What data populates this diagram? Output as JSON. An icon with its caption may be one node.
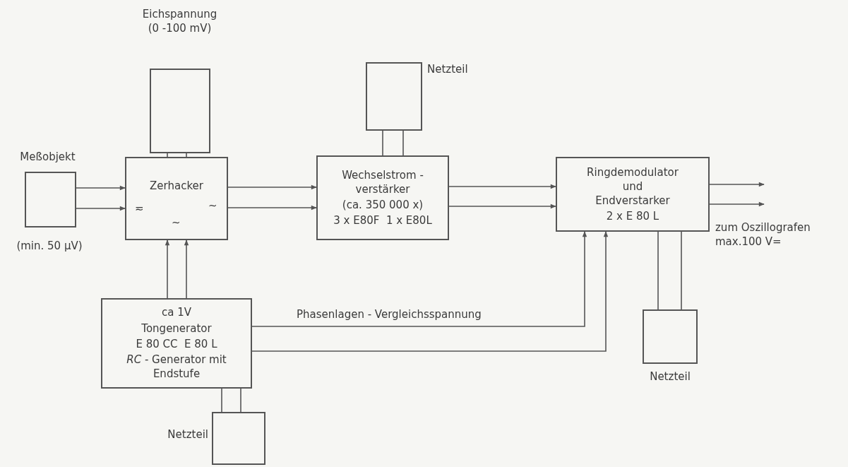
{
  "diagram": {
    "nodes": [
      {
        "text": [
          "Eichspannung (0 -100 mV)"
        ]
      },
      {
        "text": [
          "Netzteil"
        ]
      },
      {
        "text": [
          "Meßobjekt",
          "(min. 50 µV)"
        ]
      },
      {
        "text": [
          "Zerhacker",
          "≂",
          "~",
          "~"
        ]
      },
      {
        "text": [
          "Wechselstrom - verstärker",
          "(ca. 350 000 x)",
          "3 x E80F  1 x E80L"
        ]
      },
      {
        "text": [
          "Ringdemodulator und Endverstarker",
          "2 x E 80 L"
        ]
      },
      {
        "text": [
          "ca 1V",
          "Tongenerator",
          "E 80 CC  E 80 L",
          "*RC* - Generator mit Endstufe"
        ]
      },
      {
        "text": [
          "Netzteil"
        ]
      },
      {
        "text": [
          "Netzteil"
        ]
      }
    ],
    "edges": [
      {
        "from": 2,
        "to": 3,
        "arrow": "to"
      },
      {
        "from": 2,
        "to": 3,
        "arrow": "to"
      },
      {
        "from": 0,
        "to": 3,
        "arrow": "none"
      },
      {
        "from": 0,
        "to": 3,
        "arrow": "none"
      },
      {
        "from": 1,
        "to": 4,
        "arrow": "none"
      },
      {
        "from": 1,
        "to": 4,
        "arrow": "none"
      },
      {
        "from": 3,
        "to": 4,
        "arrow": "to"
      },
      {
        "from": 3,
        "to": 4,
        "arrow": "to"
      },
      {
        "from": 4,
        "to": 5,
        "arrow": "to"
      },
      {
        "from": 4,
        "to": 5,
        "arrow": "to"
      },
      {
        "from": 5,
        "to": null,
        "arrow": "to"
      },
      {
        "from": 5,
        "to": null,
        "arrow": "to"
      },
      {
        "from": 6,
        "to": 3,
        "arrow": "to"
      },
      {
        "from": 6,
        "to": 3,
        "arrow": "to"
      },
      {
        "from": 6,
        "to": 5,
        "arrow": "to",
        "label": "Phasenlagen - Vergleichsspannung"
      },
      {
        "from": 6,
        "to": 5,
        "arrow": "to"
      },
      {
        "from": 8,
        "to": 5,
        "arrow": "none"
      },
      {
        "from": 8,
        "to": 5,
        "arrow": "none"
      },
      {
        "from": 7,
        "to": 6,
        "arrow": "none"
      },
      {
        "from": 7,
        "to": 6,
        "arrow": "none"
      }
    ],
    "labels": [
      "zum Oszillografen max.100 V="
    ]
  }
}
